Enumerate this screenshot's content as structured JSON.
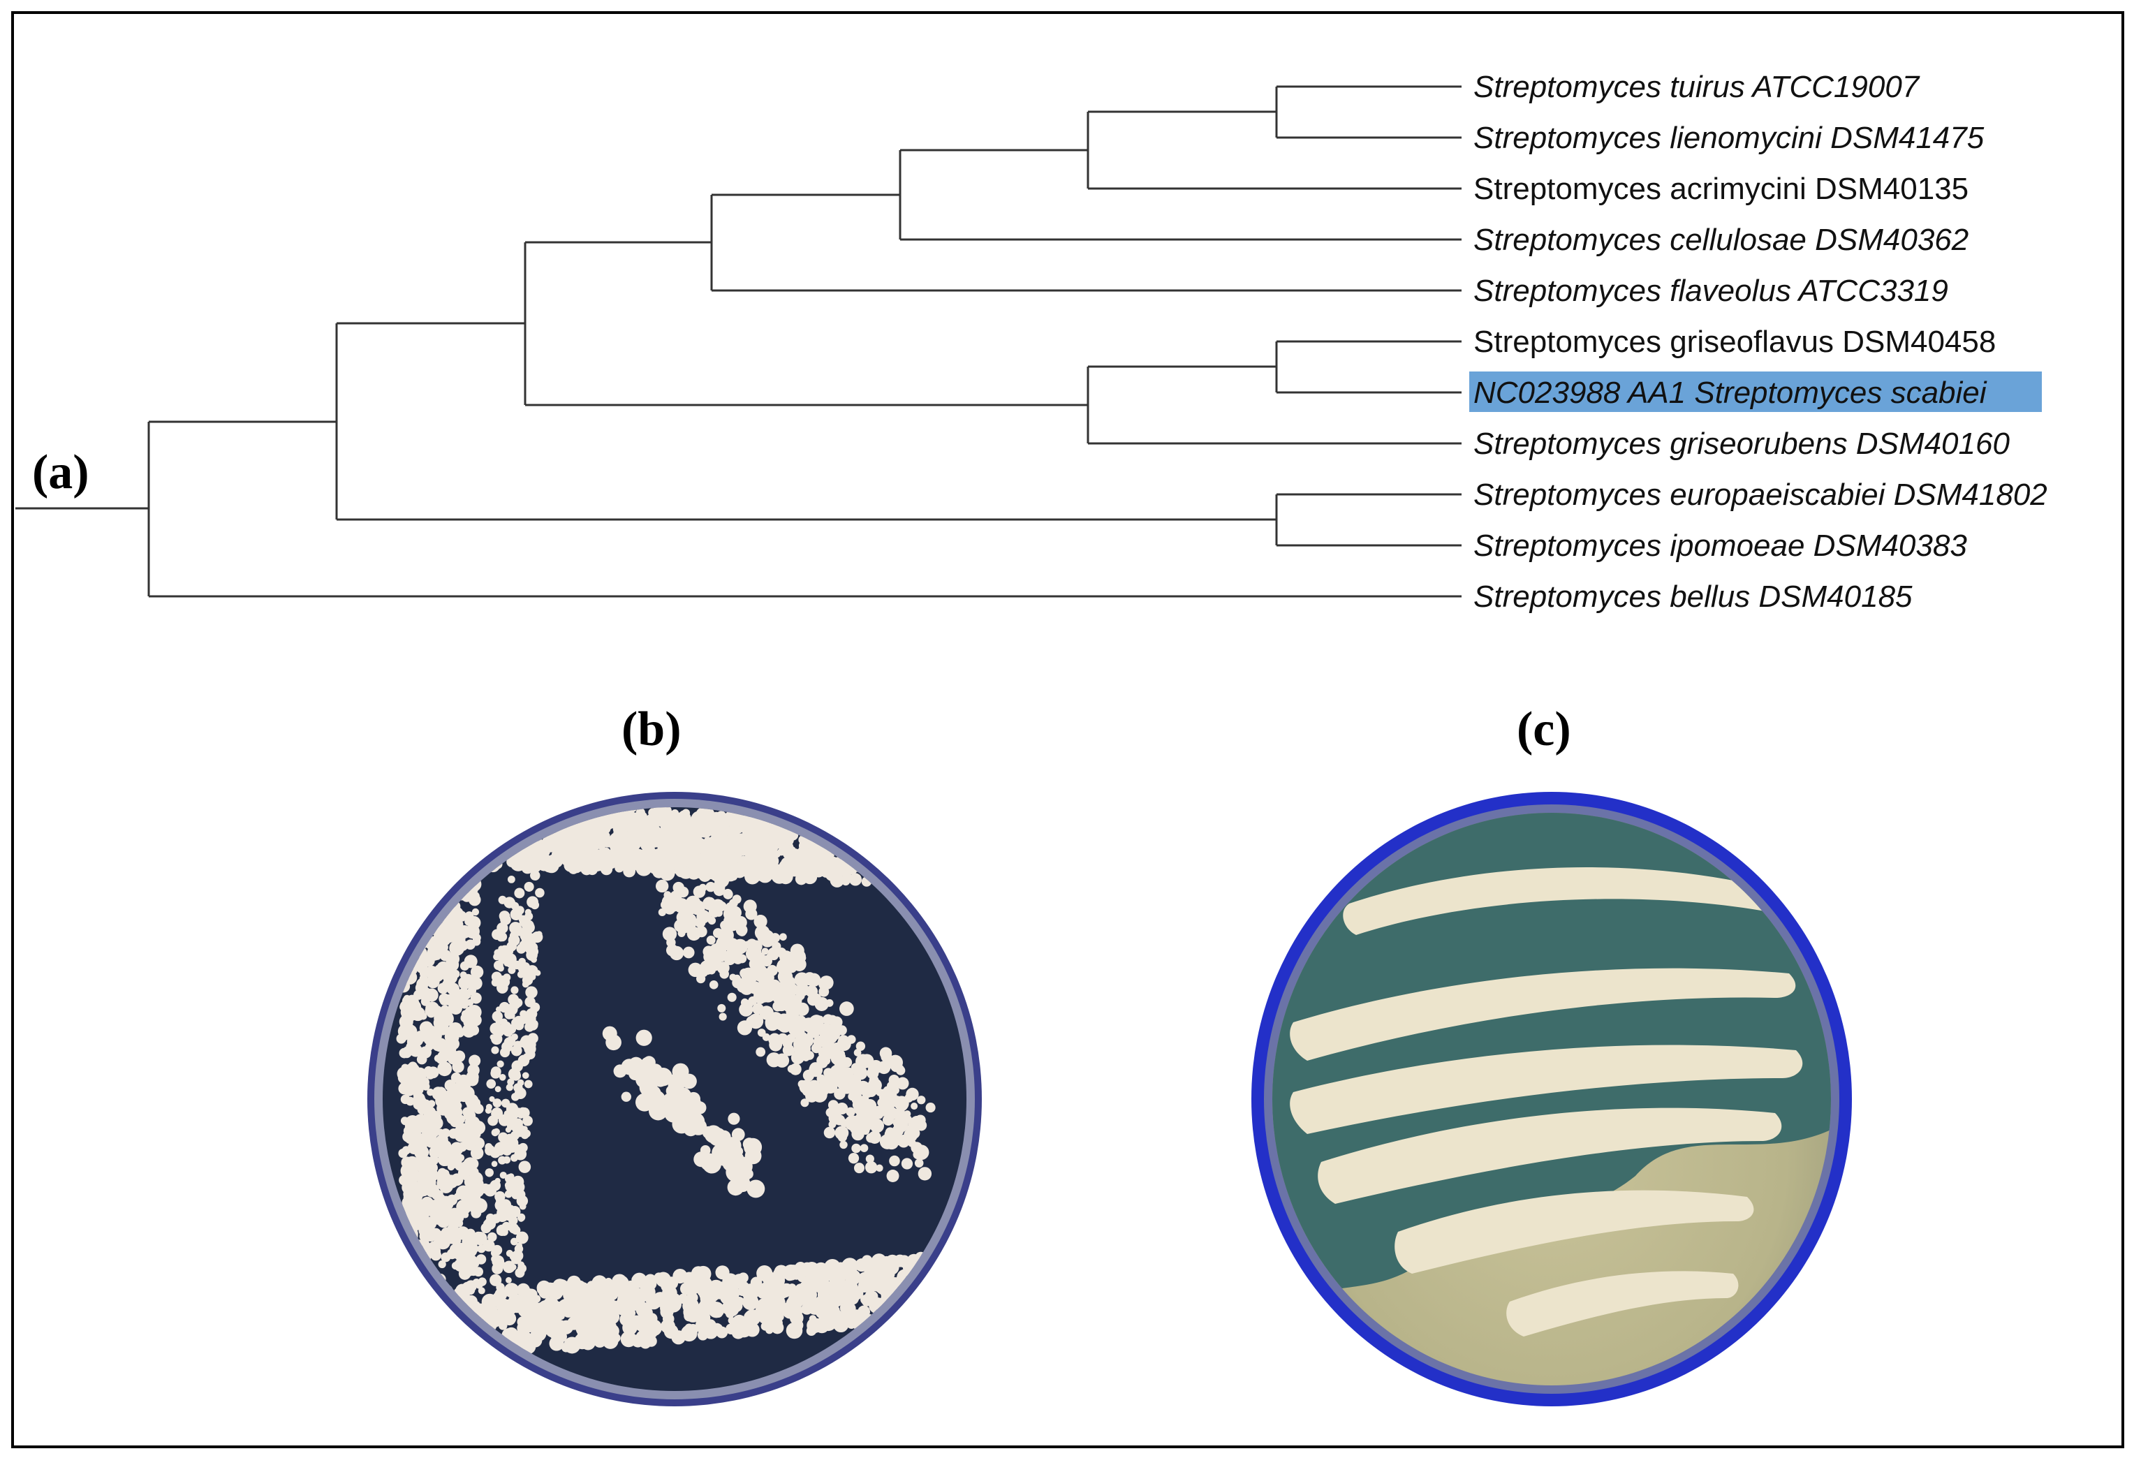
{
  "panels": {
    "a": "(a)",
    "b": "(b)",
    "c": "(c)"
  },
  "tree": {
    "highlight_color": "#6aa3d8",
    "leaves": [
      {
        "label": "Streptomyces tuirus ATCC19007",
        "italic": true,
        "highlighted": false
      },
      {
        "label": "Streptomyces lienomycini DSM41475",
        "italic": true,
        "highlighted": false
      },
      {
        "label": "Streptomyces acrimycini DSM40135",
        "italic": false,
        "highlighted": false
      },
      {
        "label": "Streptomyces cellulosae DSM40362",
        "italic": true,
        "highlighted": false
      },
      {
        "label": "Streptomyces flaveolus ATCC3319",
        "italic": true,
        "highlighted": false
      },
      {
        "label": "Streptomyces griseoflavus DSM40458",
        "italic": false,
        "highlighted": false
      },
      {
        "label": "NC023988 AA1 Streptomyces scabiei",
        "italic": true,
        "highlighted": true
      },
      {
        "label": "Streptomyces griseorubens DSM40160",
        "italic": true,
        "highlighted": false
      },
      {
        "label": "Streptomyces europaeiscabiei DSM41802",
        "italic": true,
        "highlighted": false
      },
      {
        "label": "Streptomyces ipomoeae DSM40383",
        "italic": true,
        "highlighted": false
      },
      {
        "label": "Streptomyces bellus DSM40185",
        "italic": true,
        "highlighted": false
      }
    ]
  },
  "plates": {
    "b": {
      "agar_color": "#1f2a44",
      "colony_color": "#efe8df",
      "rim_color": "#3a3f8a"
    },
    "c": {
      "agar_color": "#3e6c6a",
      "colony_color": "#ece4cc",
      "rim_color": "#2330c8"
    }
  }
}
